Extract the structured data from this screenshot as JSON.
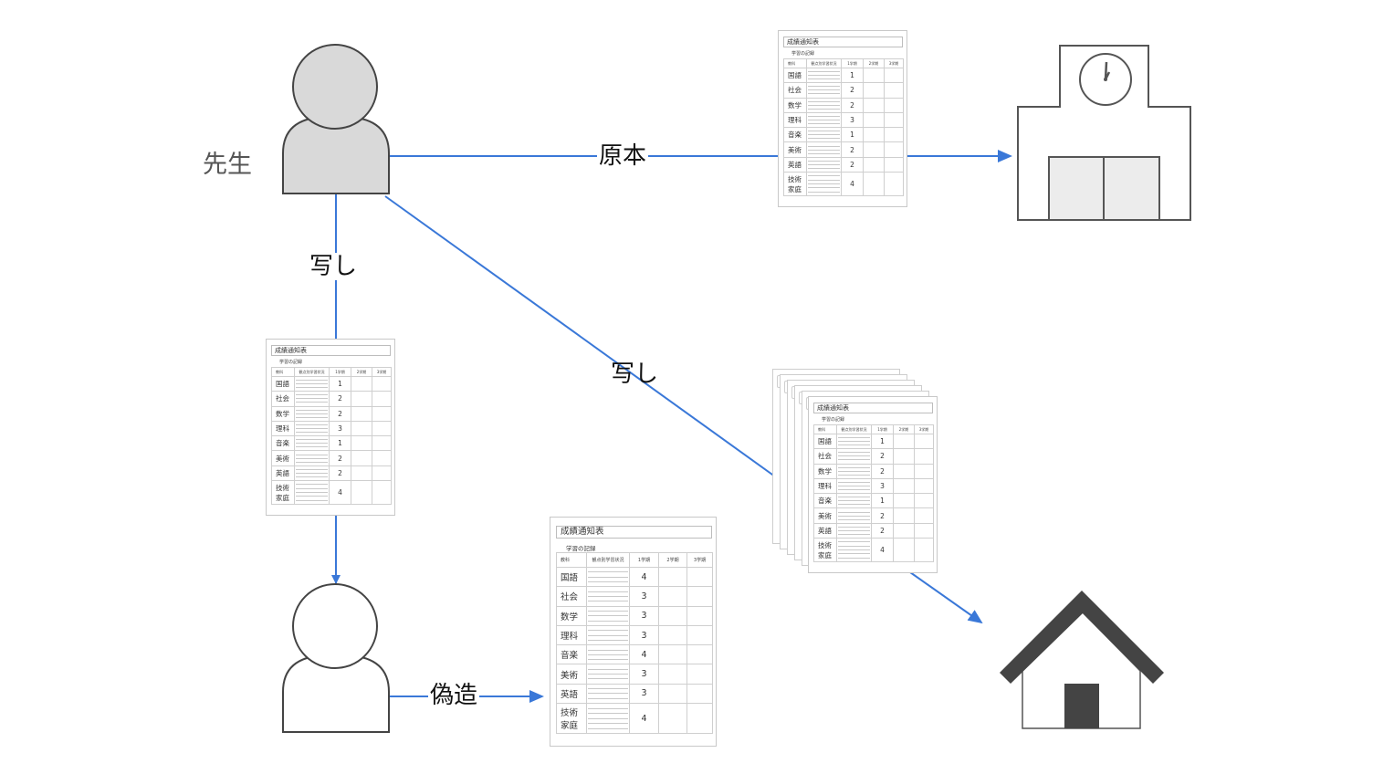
{
  "diagram": {
    "actors": {
      "teacher": {
        "label": "先生",
        "role": "teacher"
      },
      "student": {
        "label": "",
        "role": "student"
      }
    },
    "destinations": {
      "school": {
        "icon": "school-building-icon"
      },
      "home": {
        "icon": "house-icon"
      }
    },
    "edges": [
      {
        "from": "teacher",
        "to": "school",
        "label": "原本",
        "via": "original-report-card"
      },
      {
        "from": "teacher",
        "to": "student",
        "label": "写し",
        "via": "student-copy-report-card"
      },
      {
        "from": "teacher",
        "to": "home",
        "label": "写し",
        "via": "copies-stack"
      },
      {
        "from": "student",
        "to": "forged-report-card",
        "label": "偽造"
      }
    ],
    "colors": {
      "arrow": "#3a78d8",
      "outline": "#444444",
      "teacher_fill": "#d9d9d9",
      "door_fill": "#ececec"
    }
  },
  "report_card_template": {
    "title": "成績通知表",
    "subtitle": "学習の記録",
    "headers": [
      "教科",
      "観点別学習状況",
      "1学期",
      "2学期",
      "3学期"
    ]
  },
  "original_card": {
    "rows": [
      {
        "subject": "国語",
        "term1": "1"
      },
      {
        "subject": "社会",
        "term1": "2"
      },
      {
        "subject": "数学",
        "term1": "2"
      },
      {
        "subject": "理科",
        "term1": "3"
      },
      {
        "subject": "音楽",
        "term1": "1"
      },
      {
        "subject": "美術",
        "term1": "2"
      },
      {
        "subject": "英語",
        "term1": "2"
      },
      {
        "subject": "技術\n家庭",
        "term1": "4"
      }
    ]
  },
  "forged_card": {
    "rows": [
      {
        "subject": "国語",
        "term1": "4"
      },
      {
        "subject": "社会",
        "term1": "3"
      },
      {
        "subject": "数学",
        "term1": "3"
      },
      {
        "subject": "理科",
        "term1": "3"
      },
      {
        "subject": "音楽",
        "term1": "4"
      },
      {
        "subject": "美術",
        "term1": "3"
      },
      {
        "subject": "英語",
        "term1": "3"
      },
      {
        "subject": "技術\n家庭",
        "term1": "4"
      }
    ]
  },
  "copies_stack": {
    "sheet_count": 6
  }
}
